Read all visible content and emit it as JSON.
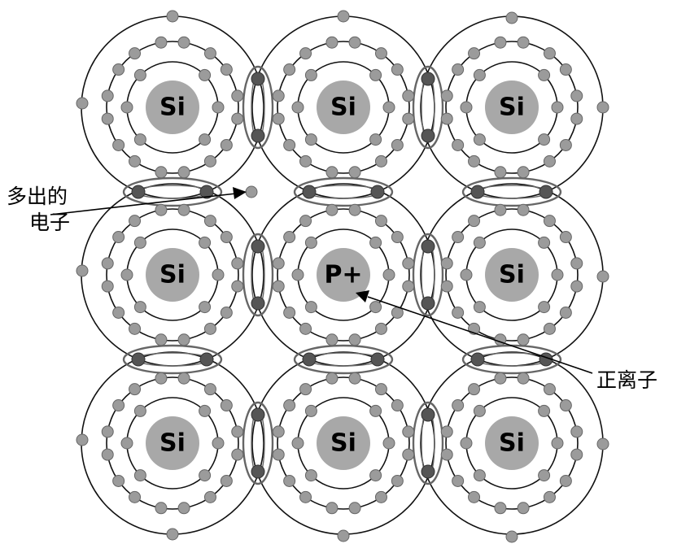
{
  "atoms": [
    {
      "label": "Si"
    },
    {
      "label": "Si"
    },
    {
      "label": "Si"
    },
    {
      "label": "Si"
    },
    {
      "label": "P+"
    },
    {
      "label": "Si"
    },
    {
      "label": "Si"
    },
    {
      "label": "Si"
    },
    {
      "label": "Si"
    }
  ],
  "callouts": {
    "extra_electron_line1": "多出的",
    "extra_electron_line2": "电子",
    "positive_ion": "正离子"
  },
  "colors": {
    "nucleus": "#a8a8a8",
    "electron": "#9b9b9b",
    "shared_electron": "#555555",
    "bond": "#666666"
  }
}
